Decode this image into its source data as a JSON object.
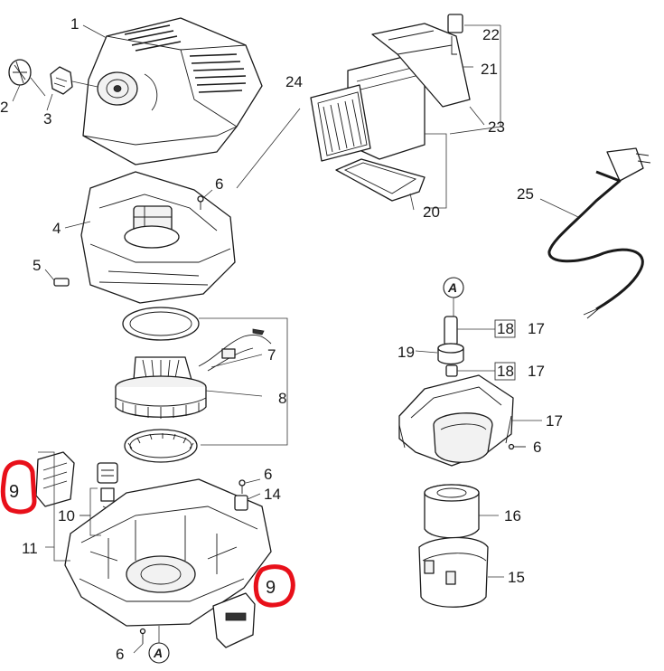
{
  "callouts": {
    "c1": "1",
    "c2": "2",
    "c3": "3",
    "c4": "4",
    "c5": "5",
    "c6a": "6",
    "c6b": "6",
    "c6c": "6",
    "c6d": "6",
    "c7": "7",
    "c8": "8",
    "c10": "10",
    "c11": "11",
    "c14": "14",
    "c15": "15",
    "c16": "16",
    "c17a": "17",
    "c17b": "17",
    "c17c": "17",
    "c18a": "18",
    "c18b": "18",
    "c19": "19",
    "c20": "20",
    "c21": "21",
    "c22": "22",
    "c23": "23",
    "c24": "24",
    "c25": "25"
  },
  "reference_marks": {
    "top": "A",
    "bottom": "A"
  },
  "highlighted": {
    "left": "9",
    "right": "9"
  },
  "colors": {
    "highlight": "#e8101a",
    "line": "#1a1a1a"
  }
}
